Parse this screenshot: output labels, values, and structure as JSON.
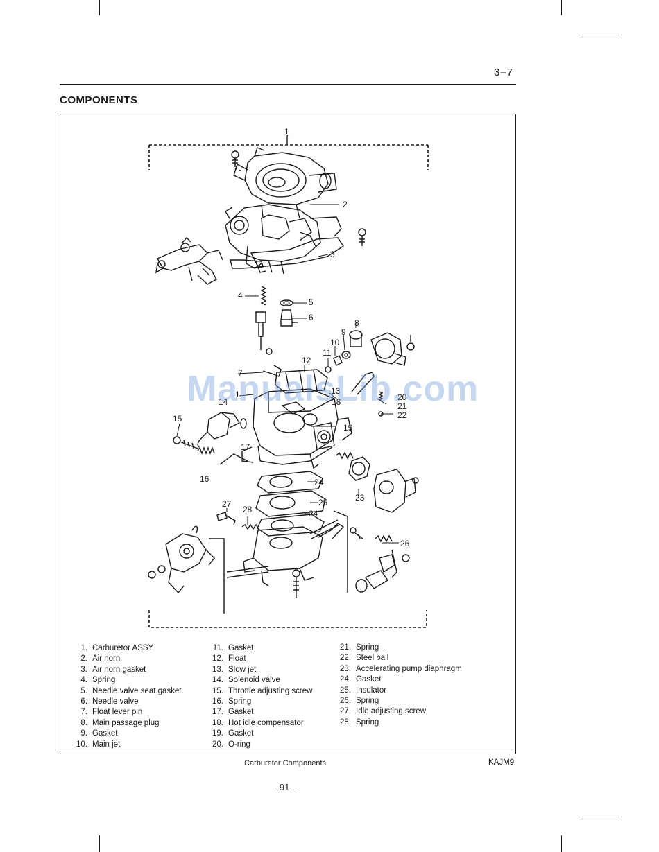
{
  "header": {
    "page_ref": "3–7"
  },
  "section": {
    "title": "COMPONENTS"
  },
  "figure": {
    "callouts": [
      "1",
      "2",
      "3",
      "4",
      "5",
      "6",
      "7",
      "8",
      "9",
      "10",
      "11",
      "12",
      "1",
      "13",
      "14",
      "15",
      "16",
      "17",
      "18",
      "19",
      "20",
      "21",
      "22",
      "23",
      "24",
      "25",
      "24",
      "26",
      "27",
      "28"
    ],
    "caption": "Carburetor Components",
    "code": "KAJM9"
  },
  "legend": {
    "col1": [
      {
        "num": "1.",
        "label": "Carburetor ASSY"
      },
      {
        "num": "2.",
        "label": "Air horn"
      },
      {
        "num": "3.",
        "label": "Air horn gasket"
      },
      {
        "num": "4.",
        "label": "Spring"
      },
      {
        "num": "5.",
        "label": "Needle valve seat gasket"
      },
      {
        "num": "6.",
        "label": "Needle valve"
      },
      {
        "num": "7.",
        "label": "Float lever pin"
      },
      {
        "num": "8.",
        "label": "Main passage plug"
      },
      {
        "num": "9.",
        "label": "Gasket"
      },
      {
        "num": "10.",
        "label": "Main jet"
      }
    ],
    "col2": [
      {
        "num": "11.",
        "label": "Gasket"
      },
      {
        "num": "12.",
        "label": "Float"
      },
      {
        "num": "13.",
        "label": "Slow jet"
      },
      {
        "num": "14.",
        "label": "Solenoid valve"
      },
      {
        "num": "15.",
        "label": "Throttle adjusting screw"
      },
      {
        "num": "16.",
        "label": "Spring"
      },
      {
        "num": "17.",
        "label": "Gasket"
      },
      {
        "num": "18.",
        "label": "Hot idle compensator"
      },
      {
        "num": "19.",
        "label": "Gasket"
      },
      {
        "num": "20.",
        "label": "O-ring"
      }
    ],
    "col3": [
      {
        "num": "21.",
        "label": "Spring"
      },
      {
        "num": "22.",
        "label": "Steel ball"
      },
      {
        "num": "23.",
        "label": "Accelerating pump diaphragm"
      },
      {
        "num": "24.",
        "label": "Gasket"
      },
      {
        "num": "25.",
        "label": "Insulator"
      },
      {
        "num": "26.",
        "label": "Spring"
      },
      {
        "num": "27.",
        "label": "Idle adjusting screw"
      },
      {
        "num": "28.",
        "label": "Spring"
      }
    ]
  },
  "footer": {
    "page_number": "– 91 –"
  },
  "watermark": {
    "text": "ManualsLib.com",
    "color": "#78a0e1"
  }
}
